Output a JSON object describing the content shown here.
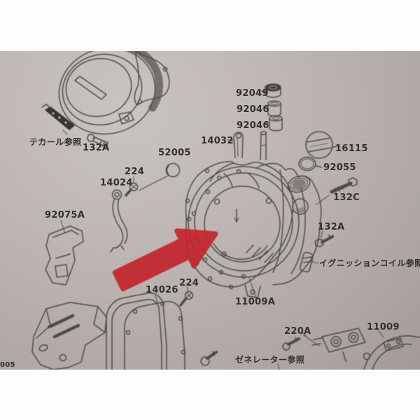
{
  "colors": {
    "paper": "#b7b0ac",
    "margin_white": "#fdfdfd",
    "ink": "#3f3e3c",
    "arrow_red": "#c3252e"
  },
  "labels": {
    "p92049": "92049",
    "p92046a": "92046",
    "p92046b": "92046",
    "p14032": "14032",
    "p16115": "16115",
    "p92055": "92055",
    "p132c": "132C",
    "ref_decal": "テカール参照",
    "p132a_left": "132A",
    "p52005": "52005",
    "p224_mid": "224",
    "p14024": "14024",
    "p92075a": "92075A",
    "p132a_right": "132A",
    "ref_ignition": "イグニッションコイル参照",
    "p224_bottom": "224",
    "p14026": "14026",
    "p11009a": "11009A",
    "p220a": "220A",
    "p11009": "11009",
    "ref_generator": "ゼネレーター参照",
    "partial_left_edge": "005"
  }
}
